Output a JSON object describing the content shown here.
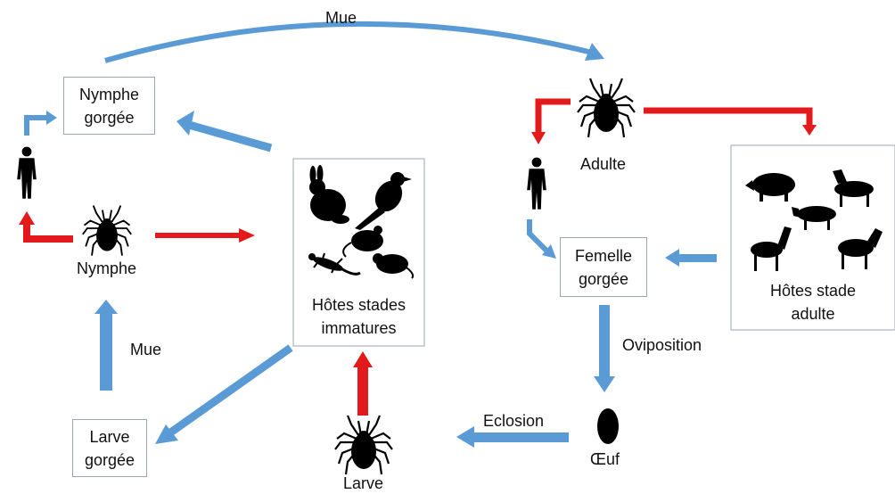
{
  "nodes": {
    "nymphe_gorgee": {
      "line1": "Nymphe",
      "line2": "gorgée"
    },
    "nymphe": "Nymphe",
    "hotes_immatures": {
      "line1": "Hôtes stades",
      "line2": "immatures"
    },
    "adulte": "Adulte",
    "femelle_gorgee": {
      "line1": "Femelle",
      "line2": "gorgée"
    },
    "hotes_adulte": {
      "line1": "Hôtes stade",
      "line2": "adulte"
    },
    "larve_gorgee": {
      "line1": "Larve",
      "line2": "gorgée"
    },
    "larve": "Larve",
    "oeuf": "Œuf"
  },
  "edges": {
    "mue_top": "Mue",
    "mue_left": "Mue",
    "oviposition": "Oviposition",
    "eclosion": "Eclosion"
  },
  "colors": {
    "blue_arrow": "#5b9bd5",
    "red_arrow": "#e31a1c",
    "silhouette": "#000000",
    "box_border": "#9aa6b2"
  },
  "icons": [
    "tick-icon",
    "human-icon",
    "rabbit-icon",
    "bird-icon",
    "mouse-icon",
    "rat-icon",
    "lizard-icon",
    "boar-icon",
    "horse-icon",
    "cow-icon",
    "deer-icon",
    "goat-icon",
    "egg-icon"
  ]
}
